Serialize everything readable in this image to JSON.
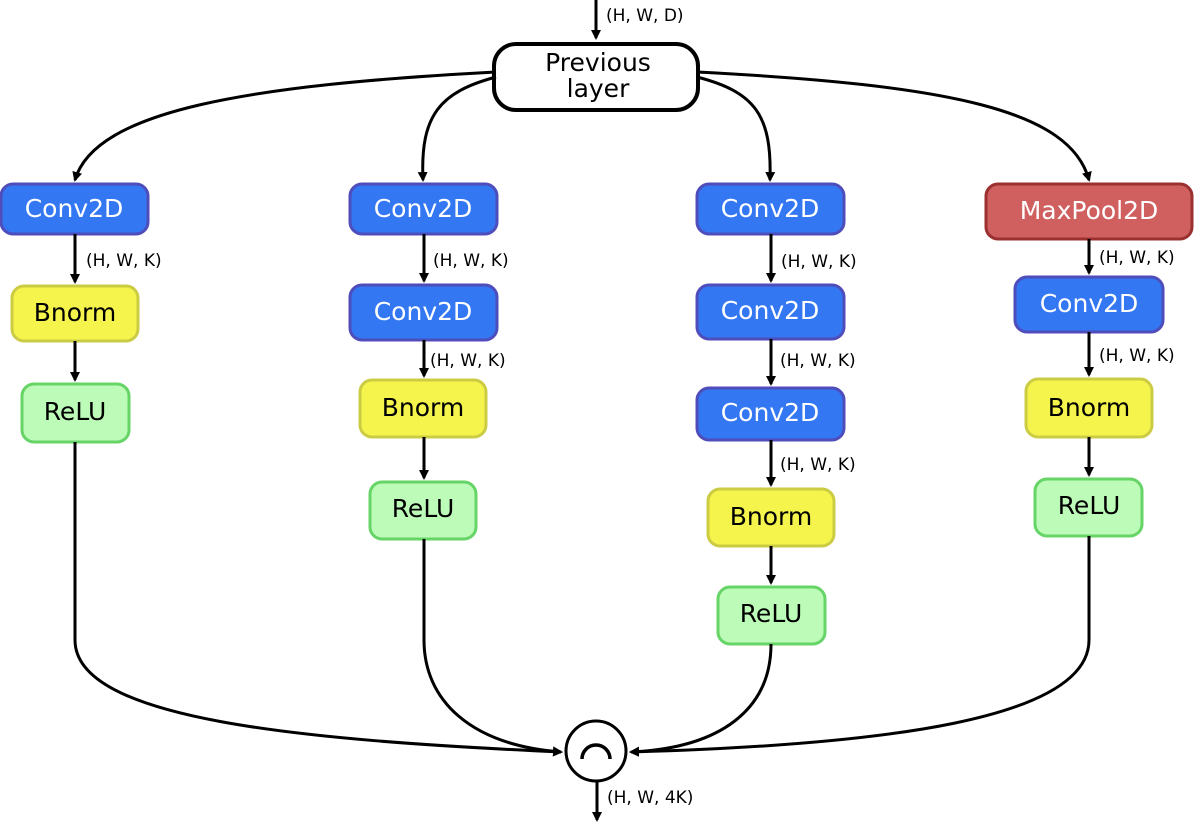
{
  "colors": {
    "conv": "#3377f3",
    "conv_border": "#4e4dbb",
    "bnorm": "#f4f44c",
    "bnorm_border": "#cccc44",
    "relu": "#bdfbb9",
    "relu_border": "#66d466",
    "maxpool": "#d06060",
    "maxpool_border": "#9b3030",
    "input": "#ffffff",
    "input_border": "#000000"
  },
  "input_node": {
    "line1": "Previous",
    "line2": "layer"
  },
  "input_shape": "(H, W, D)",
  "output_shape": "(H, W, 4K)",
  "concat_icon": "concatenate-icon",
  "branches": [
    {
      "nodes": [
        {
          "type": "conv",
          "label": "Conv2D"
        },
        {
          "type": "bnorm",
          "label": "Bnorm"
        },
        {
          "type": "relu",
          "label": "ReLU"
        }
      ],
      "shape_labels": [
        "(H, W, K)"
      ]
    },
    {
      "nodes": [
        {
          "type": "conv",
          "label": "Conv2D"
        },
        {
          "type": "conv",
          "label": "Conv2D"
        },
        {
          "type": "bnorm",
          "label": "Bnorm"
        },
        {
          "type": "relu",
          "label": "ReLU"
        }
      ],
      "shape_labels": [
        "(H, W, K)",
        "(H, W, K)"
      ]
    },
    {
      "nodes": [
        {
          "type": "conv",
          "label": "Conv2D"
        },
        {
          "type": "conv",
          "label": "Conv2D"
        },
        {
          "type": "conv",
          "label": "Conv2D"
        },
        {
          "type": "bnorm",
          "label": "Bnorm"
        },
        {
          "type": "relu",
          "label": "ReLU"
        }
      ],
      "shape_labels": [
        "(H, W, K)",
        "(H, W, K)",
        "(H, W, K)"
      ]
    },
    {
      "nodes": [
        {
          "type": "maxpool",
          "label": "MaxPool2D"
        },
        {
          "type": "conv",
          "label": "Conv2D"
        },
        {
          "type": "bnorm",
          "label": "Bnorm"
        },
        {
          "type": "relu",
          "label": "ReLU"
        }
      ],
      "shape_labels": [
        "(H, W, K)",
        "(H, W, K)"
      ]
    }
  ]
}
